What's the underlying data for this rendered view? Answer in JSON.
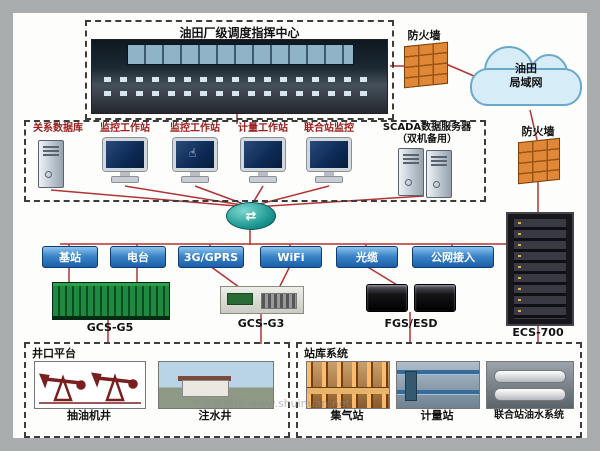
{
  "control_center": {
    "title": "油田厂级调度指挥中心"
  },
  "firewall_top": {
    "label": "防火墙"
  },
  "firewall_right": {
    "label": "防火墙"
  },
  "cloud": {
    "label_line1": "油田",
    "label_line2": "局域网"
  },
  "lan": {
    "database_label": "关系数据库",
    "workstations": [
      "监控工作站",
      "监控工作站",
      "计量工作站",
      "联合站监控"
    ],
    "scada_title": "SCADA数据服务器",
    "scada_sub": "（双机备用）"
  },
  "network_nodes": [
    "基站",
    "电台",
    "3G/GPRS",
    "WiFi",
    "光缆",
    "公网接入"
  ],
  "devices": {
    "gcs5": "GCS-G5",
    "gcs3": "GCS-G3",
    "fgs": "FGS/ESD",
    "ecs": "ECS-700"
  },
  "wellhead": {
    "title": "井口平台",
    "items": [
      "抽油机井",
      "注水井"
    ]
  },
  "stations": {
    "title": "站库系统",
    "items": [
      "集气站",
      "计量站",
      "联合站油水系统"
    ]
  },
  "icons": {
    "hand": "☝"
  },
  "watermark": "水暖商情网 www.shuinuan.net"
}
